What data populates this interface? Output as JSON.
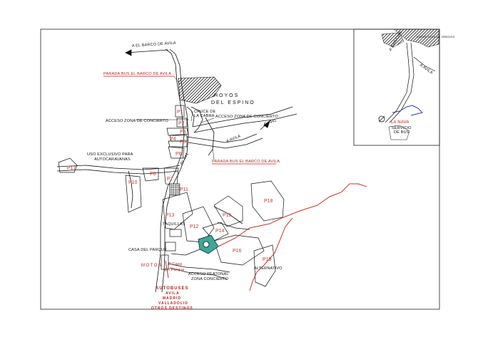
{
  "map": {
    "directions": {
      "a_el_barco": "A EL BARCO DE AVILA",
      "a_avila_av941": "A AVILA",
      "av941_road": "AV 941",
      "av941_road2": "AV 941",
      "inset_a_barajas": "A BARAJAS",
      "inset_a_avila": "A AVILA",
      "inset_road_name": "CARRETERA DE GREDOS"
    },
    "labels": {
      "parada_bus_barco_1": "PARADA BUS EL BARCO DE AVILA",
      "parada_bus_barco_2": "PARADA BUS EL BARCO DE AVILA",
      "hoyos_1": "HOYOS",
      "hoyos_2": "DEL ESPINO",
      "cruce_1": "CRUCE DE",
      "cruce_2": "LA CABRA",
      "acceso_concierto_1": "ACCESO ZONA DE CONCIERTO",
      "acceso_concierto_2": "ACCESO ZONA DE CONCIERTO",
      "uso_exclusivo_1": "USO EXCLUSIVO PARA",
      "uso_exclusivo_2": "AUTOCARAVANAS",
      "taquillas": "TAQUILLAS",
      "casa_parque": "CASA DEL PARQUE",
      "motos": "MOTOS",
      "p_casa_1": "P Casa",
      "p_casa_2": "del Parque",
      "acceso_peatonal_1": "ACCESO PEATONAL",
      "acceso_peatonal_2": "ZONA CONCIERTO",
      "alternativo": "ALTERNATIVO",
      "autobuses": "AUTOBUSES",
      "dest_1": "AVILA",
      "dest_2": "MADRID",
      "dest_3": "VALLADOLID",
      "dest_4": "OTROS DESTINOS",
      "inset_la_nava": "LA NAVA",
      "inset_servicio_1": "SERVICIO",
      "inset_servicio_2": "DE BUS"
    },
    "parkings": {
      "p1": "P1",
      "p2": "P2",
      "p3": "P3",
      "p4": "P4",
      "p5": "P5",
      "p6": "P6",
      "p7": "P7",
      "p8": "P8",
      "p10": "P10",
      "p11": "P11",
      "p12": "P12",
      "p13": "P13",
      "p14": "P14",
      "p15": "P15",
      "p16": "P16",
      "p17": "P17",
      "p18": "P18",
      "p19": "P19"
    },
    "colors": {
      "line": "#111111",
      "parking_text": "#c0392b",
      "route": "#c0392b",
      "inset_route": "#2a3fb0",
      "stage": "#3aa89a"
    }
  }
}
